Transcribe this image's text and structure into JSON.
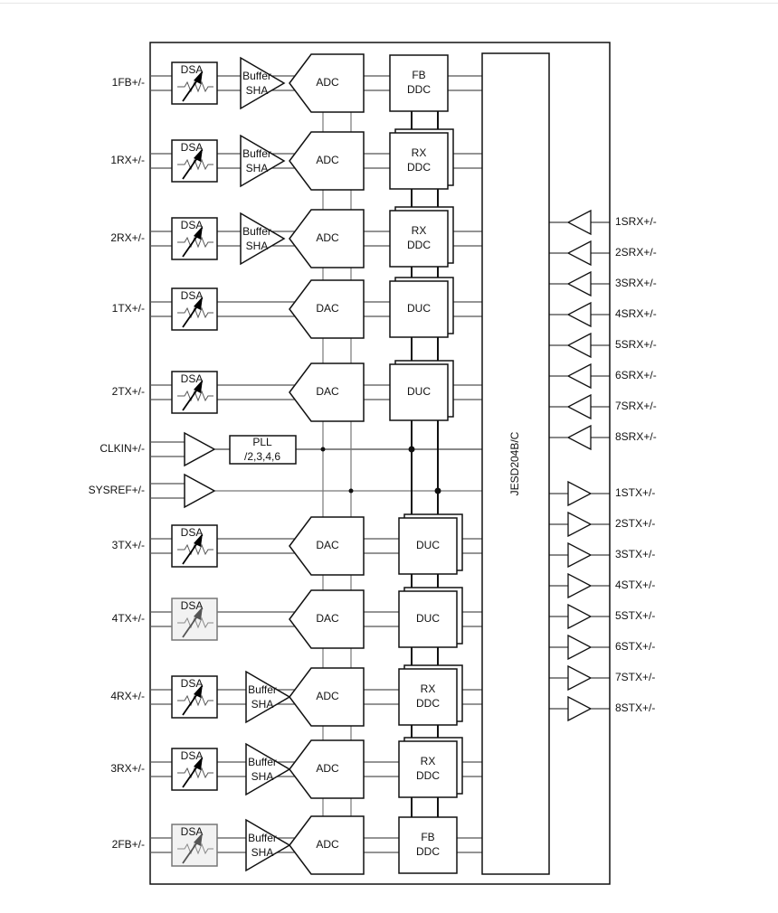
{
  "jesd_label": "JESD204B/C",
  "rows": [
    {
      "pin": "1FB+/-",
      "type": "adc",
      "dsa": "DSA",
      "buffer": [
        "Buffer",
        "SHA"
      ],
      "conv": "ADC",
      "proc": [
        "FB",
        "DDC"
      ],
      "stacked": false,
      "dimmed": false
    },
    {
      "pin": "1RX+/-",
      "type": "adc",
      "dsa": "DSA",
      "buffer": [
        "Buffer",
        "SHA"
      ],
      "conv": "ADC",
      "proc": [
        "RX",
        "DDC"
      ],
      "stacked": true,
      "dimmed": false
    },
    {
      "pin": "2RX+/-",
      "type": "adc",
      "dsa": "DSA",
      "buffer": [
        "Buffer",
        "SHA"
      ],
      "conv": "ADC",
      "proc": [
        "RX",
        "DDC"
      ],
      "stacked": true,
      "dimmed": false
    },
    {
      "pin": "1TX+/-",
      "type": "dac",
      "dsa": "DSA",
      "conv": "DAC",
      "proc": [
        "DUC"
      ],
      "stacked": true,
      "dimmed": false
    },
    {
      "pin": "2TX+/-",
      "type": "dac",
      "dsa": "DSA",
      "conv": "DAC",
      "proc": [
        "DUC"
      ],
      "stacked": true,
      "dimmed": false
    },
    {
      "pin": "CLKIN+/-",
      "type": "clk",
      "pll": [
        "PLL",
        "/2,3,4,6"
      ]
    },
    {
      "pin": "SYSREF+/-",
      "type": "sysref"
    },
    {
      "pin": "3TX+/-",
      "type": "dac",
      "dsa": "DSA",
      "conv": "DAC",
      "proc": [
        "DUC"
      ],
      "stacked": true,
      "dimmed": false
    },
    {
      "pin": "4TX+/-",
      "type": "dac",
      "dsa": "DSA",
      "conv": "DAC",
      "proc": [
        "DUC"
      ],
      "stacked": true,
      "dimmed": true
    },
    {
      "pin": "4RX+/-",
      "type": "adc",
      "dsa": "DSA",
      "buffer": [
        "Buffer",
        "SHA"
      ],
      "conv": "ADC",
      "proc": [
        "RX",
        "DDC"
      ],
      "stacked": true,
      "dimmed": false
    },
    {
      "pin": "3RX+/-",
      "type": "adc",
      "dsa": "DSA",
      "buffer": [
        "Buffer",
        "SHA"
      ],
      "conv": "ADC",
      "proc": [
        "RX",
        "DDC"
      ],
      "stacked": true,
      "dimmed": false
    },
    {
      "pin": "2FB+/-",
      "type": "adc",
      "dsa": "DSA",
      "buffer": [
        "Buffer",
        "SHA"
      ],
      "conv": "ADC",
      "proc": [
        "FB",
        "DDC"
      ],
      "stacked": false,
      "dimmed": true
    }
  ],
  "serdes_rx": [
    "1SRX+/-",
    "2SRX+/-",
    "3SRX+/-",
    "4SRX+/-",
    "5SRX+/-",
    "6SRX+/-",
    "7SRX+/-",
    "8SRX+/-"
  ],
  "serdes_tx": [
    "1STX+/-",
    "2STX+/-",
    "3STX+/-",
    "4STX+/-",
    "5STX+/-",
    "6STX+/-",
    "7STX+/-",
    "8STX+/-"
  ]
}
